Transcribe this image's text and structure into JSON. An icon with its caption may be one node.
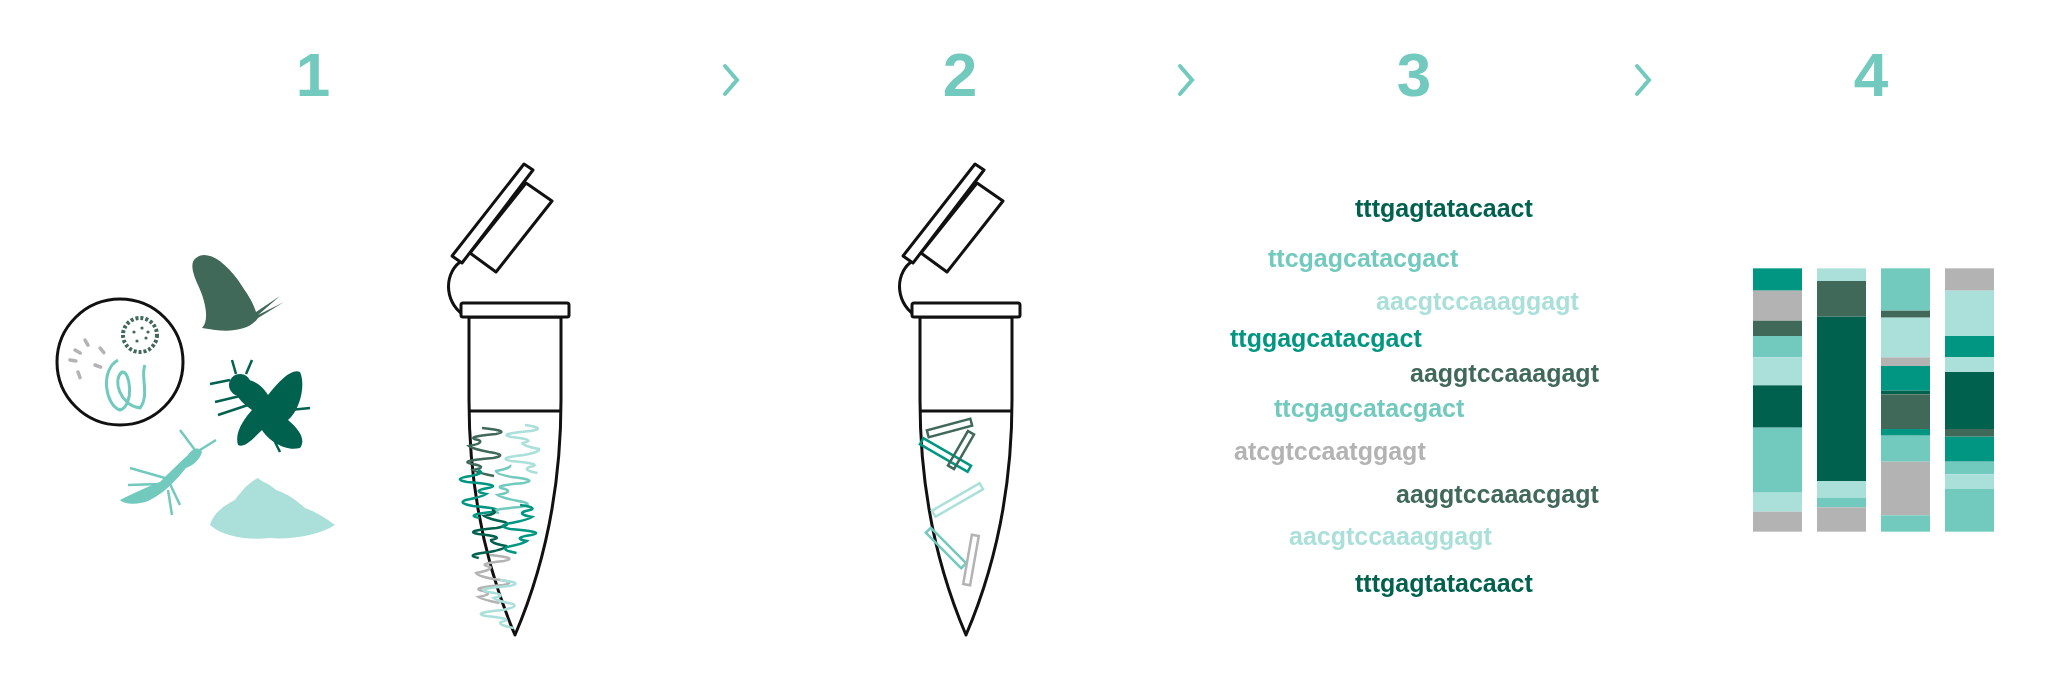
{
  "diagram": {
    "labels": [
      "1",
      "2",
      "3",
      "4",
      "tttgagtatacaact",
      "ttcgagcatacgact",
      "aacgtccaaaggagt",
      "ttggagcatacgact",
      "aaggtccaaagagt",
      "ttcgagcatacgact",
      "atcgtccaatggagt",
      "aaggtccaaacgagt",
      "aacgtccaaaggagt",
      "tttgagtatacaact"
    ]
  }
}
